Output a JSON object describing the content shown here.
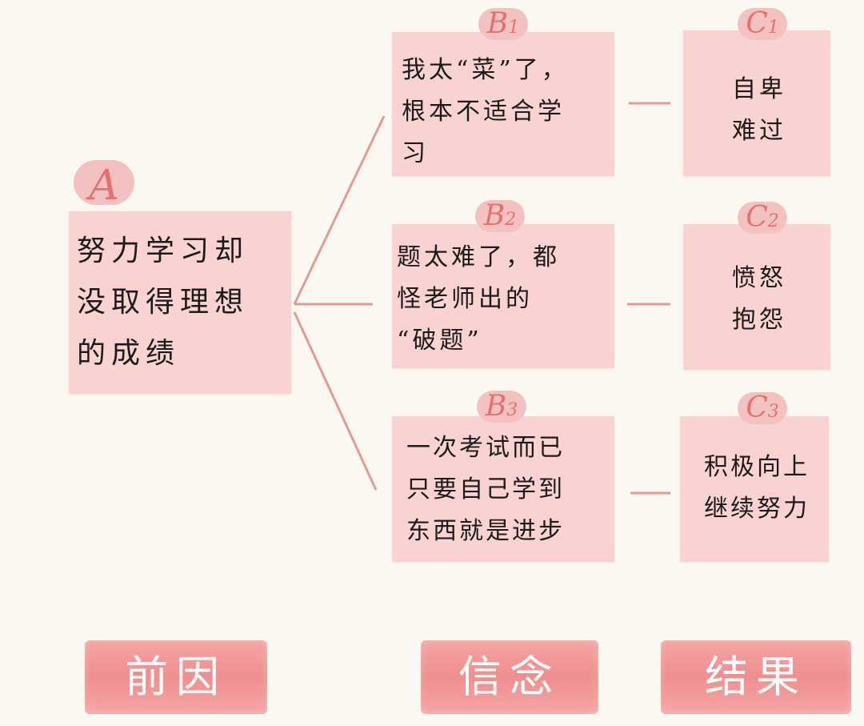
{
  "diagram": {
    "a": {
      "badge": "A",
      "text": "努力学习却\n没取得理想\n的成绩"
    },
    "beliefs": [
      {
        "badge": "B",
        "sub": "1",
        "text": "我太“菜”了，\n根本不适合学\n习"
      },
      {
        "badge": "B",
        "sub": "2",
        "text": "题太难了，都\n怪老师出的\n“破题”"
      },
      {
        "badge": "B",
        "sub": "3",
        "text": "一次考试而已\n只要自己学到\n东西就是进步"
      }
    ],
    "results": [
      {
        "badge": "C",
        "sub": "1",
        "text": "自卑\n难过"
      },
      {
        "badge": "C",
        "sub": "2",
        "text": "愤怒\n抱怨"
      },
      {
        "badge": "C",
        "sub": "3",
        "text": "积极向上\n继续努力"
      }
    ],
    "labels": [
      "前因",
      "信念",
      "结果"
    ]
  },
  "colors": {
    "background": "#fbf8f1",
    "note": "#f8d3d1",
    "badge": "#f3c2c0",
    "badge_text": "#e2726f",
    "connector": "#e39a96",
    "label": "#ef8f8f"
  }
}
